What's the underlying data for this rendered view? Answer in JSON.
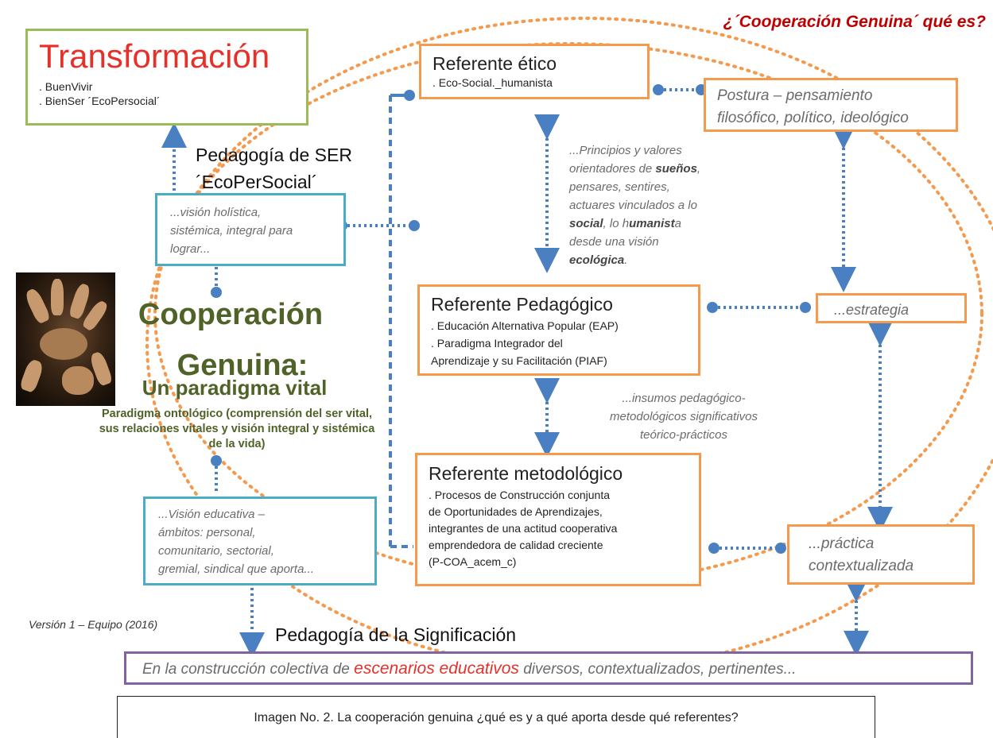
{
  "header_question": "¿´Cooperación  Genuina´  qué es?",
  "transformacion": {
    "title": "Transformación",
    "items": [
      ". BuenVivir",
      ". BienSer ´EcoPersocial´"
    ]
  },
  "pedagogia_ser": {
    "line1": "Pedagogía de SER",
    "line2": "´EcoPerSocial´"
  },
  "vision_holistica": [
    "...visión holística,",
    "sistémica, integral para",
    "lograr..."
  ],
  "cooperacion": {
    "line1": "Cooperación",
    "line2": "Genuina:",
    "subtitle": "Un paradigma vital",
    "desc_bold": "Paradigma ontológico",
    "desc_rest": " (comprensión del ser vital, sus relaciones vitales y visión integral y sistémica de la vida)"
  },
  "vision_educativa": [
    "...Visión educativa –",
    "ámbitos: personal,",
    "comunitario, sectorial,",
    "gremial, sindical que aporta..."
  ],
  "referente_etico": {
    "title": "Referente ético",
    "item": ". Eco-Social._humanista"
  },
  "postura": {
    "line1": "Postura – pensamiento",
    "line2": "filosófico, político, ideológico"
  },
  "principios": {
    "l1": "...Principios y valores",
    "l2a": "orientadores de ",
    "l2b": "sueños",
    "l2c": ",",
    "l3": "pensares, sentires,",
    "l4": "actuares vinculados a lo",
    "l5a": "social",
    "l5b": ",  lo h",
    "l5c": "umanist",
    "l5d": "a",
    "l6": "desde una visión",
    "l7a": "ecológica",
    "l7b": "."
  },
  "referente_pedagogico": {
    "title": "Referente Pedagógico",
    "items": [
      ". Educación Alternativa Popular (EAP)",
      ". Paradigma Integrador del",
      "Aprendizaje y su Facilitación (PIAF)"
    ]
  },
  "estrategia": "...estrategia",
  "insumos": [
    "...insumos pedagógico-",
    "metodológicos significativos",
    "teórico-prácticos"
  ],
  "referente_metodologico": {
    "title": "Referente metodológico",
    "line1": ". Procesos de Construcción conjunta",
    "line2": "de Oportunidades de Aprendizajes,",
    "line3": "integrantes de una actitud cooperativa",
    "line4": "emprendedora de calidad creciente",
    "line5": "(P-COA_acem_c)"
  },
  "practica": {
    "line1": "...práctica",
    "line2": "contextualizada"
  },
  "version": "Versión  1 – Equipo (2016)",
  "pedagogia_significacion": "Pedagogía de la Significación",
  "construccion": {
    "pre": "En la construcción colectiva de ",
    "highlight": "escenarios educativos",
    "post": " diversos, contextualizados, pertinentes..."
  },
  "caption": "Imagen No. 2. La cooperación genuina ¿qué es y a qué aporta desde qué referentes?",
  "colors": {
    "orange": "#f39a4e",
    "green": "#9bbb59",
    "teal": "#4bacc6",
    "purple": "#8064a2",
    "blue": "#4a7fc1",
    "red": "#c00000",
    "olive": "#4f6228"
  }
}
